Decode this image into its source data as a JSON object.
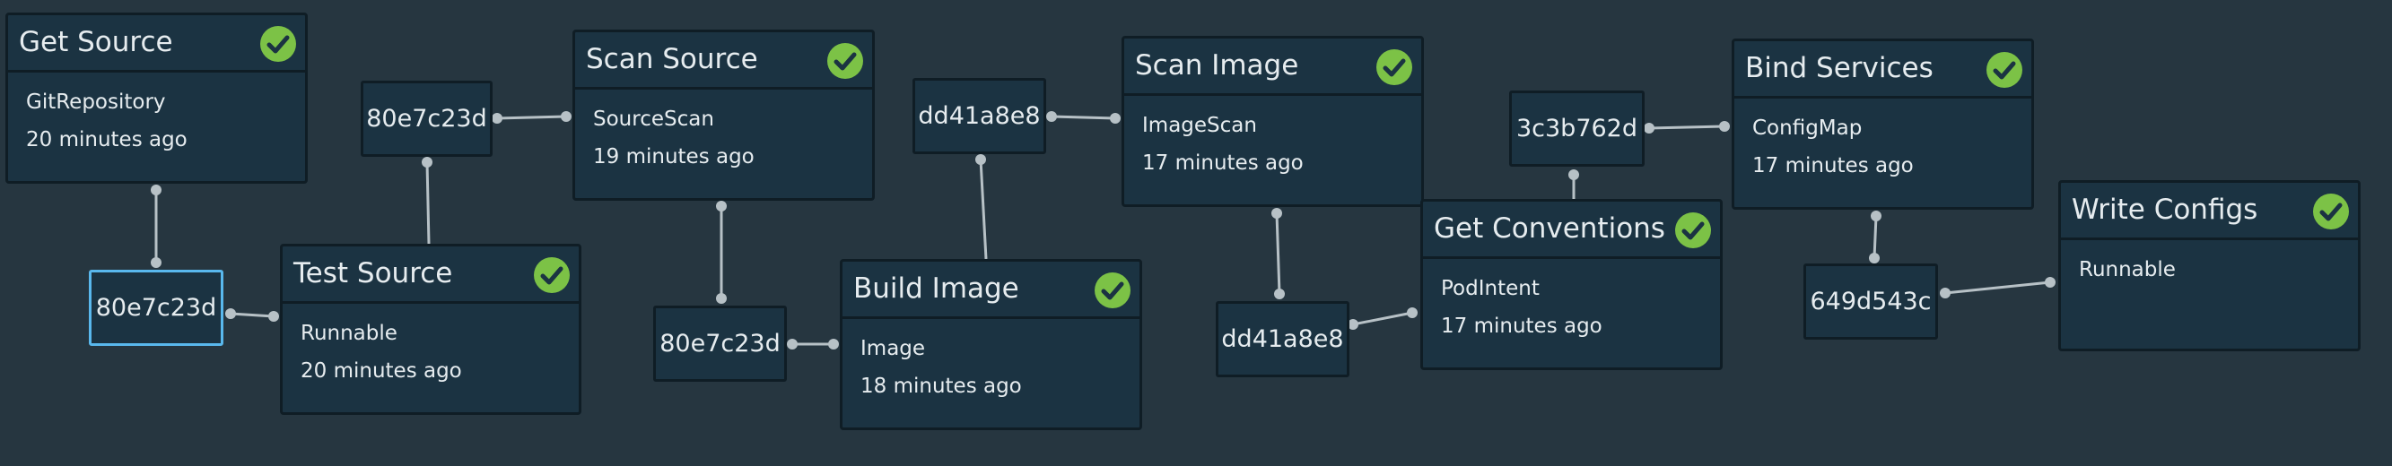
{
  "colors": {
    "background": "#263640",
    "node": "#1b3342",
    "border": "#0f1d25",
    "wire": "#b7c1c6",
    "check": "#7cc246",
    "selected": "#59b8ed"
  },
  "stages": {
    "get_source": {
      "title": "Get Source",
      "kind": "GitRepository",
      "time": "20 minutes ago",
      "status_icon": "check-circle"
    },
    "test_source": {
      "title": "Test Source",
      "kind": "Runnable",
      "time": "20 minutes ago",
      "status_icon": "check-circle"
    },
    "scan_source": {
      "title": "Scan Source",
      "kind": "SourceScan",
      "time": "19 minutes ago",
      "status_icon": "check-circle"
    },
    "build_image": {
      "title": "Build Image",
      "kind": "Image",
      "time": "18 minutes ago",
      "status_icon": "check-circle"
    },
    "scan_image": {
      "title": "Scan Image",
      "kind": "ImageScan",
      "time": "17 minutes ago",
      "status_icon": "check-circle"
    },
    "get_conventions": {
      "title": "Get Conventions",
      "kind": "PodIntent",
      "time": "17 minutes ago",
      "status_icon": "check-circle"
    },
    "bind_services": {
      "title": "Bind Services",
      "kind": "ConfigMap",
      "time": "17 minutes ago",
      "status_icon": "check-circle"
    },
    "write_configs": {
      "title": "Write Configs",
      "kind": "Runnable",
      "time": "",
      "status_icon": "check-circle"
    }
  },
  "revisions": {
    "rev_1": "80e7c23d",
    "rev_2": "80e7c23d",
    "rev_3": "80e7c23d",
    "rev_4": "dd41a8e8",
    "rev_5": "dd41a8e8",
    "rev_6": "3c3b762d",
    "rev_7": "649d543c"
  }
}
